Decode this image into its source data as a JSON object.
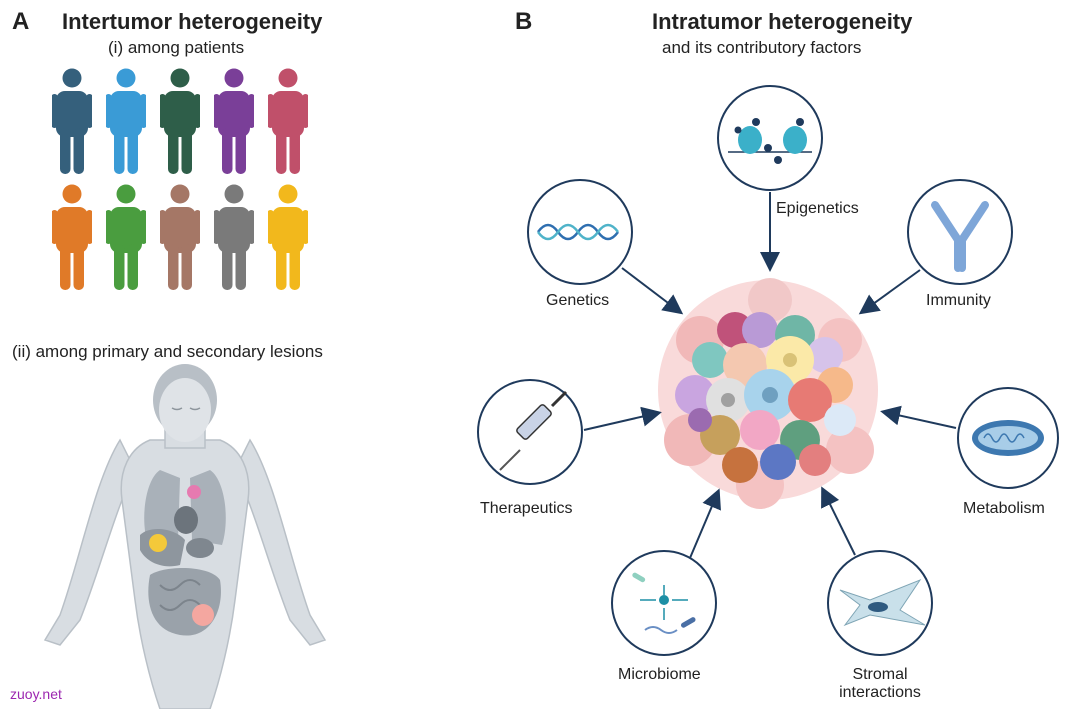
{
  "panel_a": {
    "letter": "A",
    "title": "Intertumor heterogeneity",
    "subtitle_i": "(i) among patients",
    "subtitle_ii": "(ii) among primary and secondary lesions",
    "patient_colors_row1": [
      "#35607c",
      "#3a9bd6",
      "#2e5e49",
      "#7a3f98",
      "#c0506a"
    ],
    "patient_colors_row2": [
      "#e07a28",
      "#4a9d3f",
      "#a57766",
      "#7a7a7a",
      "#f2b81c"
    ]
  },
  "panel_b": {
    "letter": "B",
    "title": "Intratumor heterogeneity",
    "subtitle": "and its contributory factors",
    "factors": {
      "epigenetics": "Epigenetics",
      "genetics": "Genetics",
      "immunity": "Immunity",
      "therapeutics": "Therapeutics",
      "metabolism": "Metabolism",
      "microbiome": "Microbiome",
      "stromal_line1": "Stromal",
      "stromal_line2": "interactions"
    }
  },
  "watermark": "zuoy.net"
}
